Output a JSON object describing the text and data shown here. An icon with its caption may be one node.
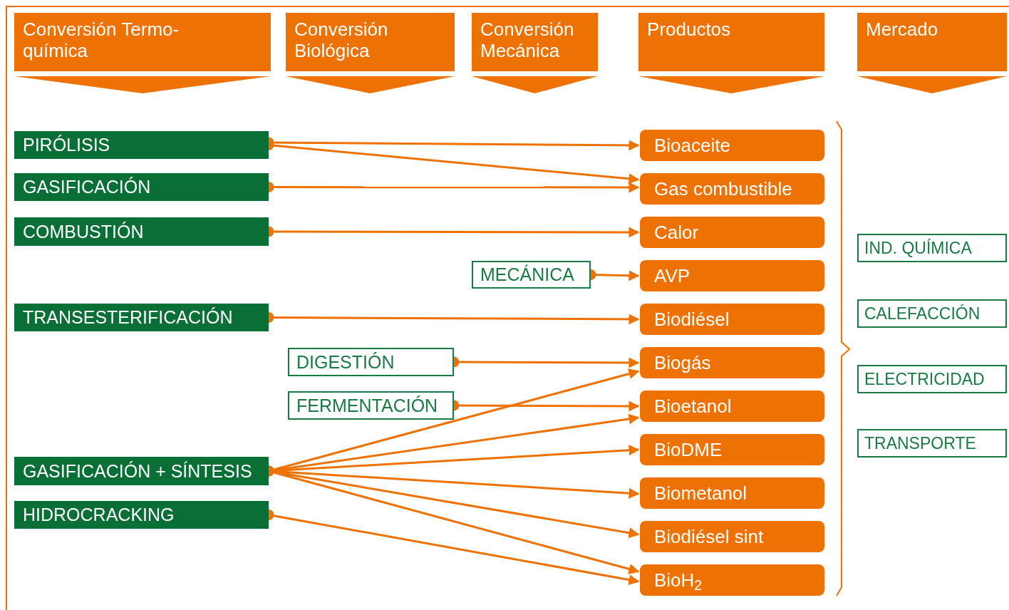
{
  "diagram": {
    "nodes": [
      {
        "text": [
          "Conversión Termo-química"
        ]
      },
      {
        "text": [
          "Conversión Biológica"
        ]
      },
      {
        "text": [
          "Conversión Mecánica"
        ]
      },
      {
        "text": [
          "Productos"
        ]
      },
      {
        "text": [
          "Mercado"
        ]
      },
      {
        "text": [
          "PIRÓLISIS"
        ]
      },
      {
        "text": [
          "GASIFICACIÓN"
        ]
      },
      {
        "text": [
          "COMBUSTIÓN"
        ]
      },
      {
        "text": [
          "MECÁNICA"
        ]
      },
      {
        "text": [
          "TRANSESTERIFICACIÓN"
        ]
      },
      {
        "text": [
          "DIGESTIÓN"
        ]
      },
      {
        "text": [
          "FERMENTACIÓN"
        ]
      },
      {
        "text": [
          "GASIFICACIÓN + SÍNTESIS"
        ]
      },
      {
        "text": [
          "HIDROCRACKING"
        ]
      },
      {
        "text": [
          "Bioaceite"
        ]
      },
      {
        "text": [
          "Gas combustible"
        ]
      },
      {
        "text": [
          "Calor"
        ]
      },
      {
        "text": [
          "AVP"
        ]
      },
      {
        "text": [
          "Biodiésel"
        ]
      },
      {
        "text": [
          "Biogás"
        ]
      },
      {
        "text": [
          "Bioetanol"
        ]
      },
      {
        "text": [
          "BioDME"
        ]
      },
      {
        "text": [
          "Biometanol"
        ]
      },
      {
        "text": [
          "Biodiésel sint"
        ]
      },
      {
        "text": [
          "BioH$_{2}$"
        ]
      },
      {
        "text": [
          "IND. QUÍMICA"
        ]
      },
      {
        "text": [
          "CALEFACCIÓN"
        ]
      },
      {
        "text": [
          "ELECTRICIDAD"
        ]
      },
      {
        "text": [
          "TRANSPORTE"
        ]
      }
    ],
    "edges": [
      {
        "from": 5,
        "to": 14,
        "arrow": "to"
      },
      {
        "from": 5,
        "to": 15,
        "arrow": "to"
      },
      {
        "from": 6,
        "to": 15,
        "arrow": "to"
      },
      {
        "from": 7,
        "to": 16,
        "arrow": "to"
      },
      {
        "from": 8,
        "to": 17,
        "arrow": "to"
      },
      {
        "from": 9,
        "to": 18,
        "arrow": "to"
      },
      {
        "from": 10,
        "to": 19,
        "arrow": "to"
      },
      {
        "from": 11,
        "to": 20,
        "arrow": "to"
      },
      {
        "from": 12,
        "to": 19,
        "arrow": "to"
      },
      {
        "from": 12,
        "to": 20,
        "arrow": "to"
      },
      {
        "from": 12,
        "to": 21,
        "arrow": "to"
      },
      {
        "from": 12,
        "to": 22,
        "arrow": "to"
      },
      {
        "from": 12,
        "to": 23,
        "arrow": "to"
      },
      {
        "from": 12,
        "to": 24,
        "arrow": "to"
      },
      {
        "from": 13,
        "to": 24,
        "arrow": "to"
      }
    ]
  }
}
